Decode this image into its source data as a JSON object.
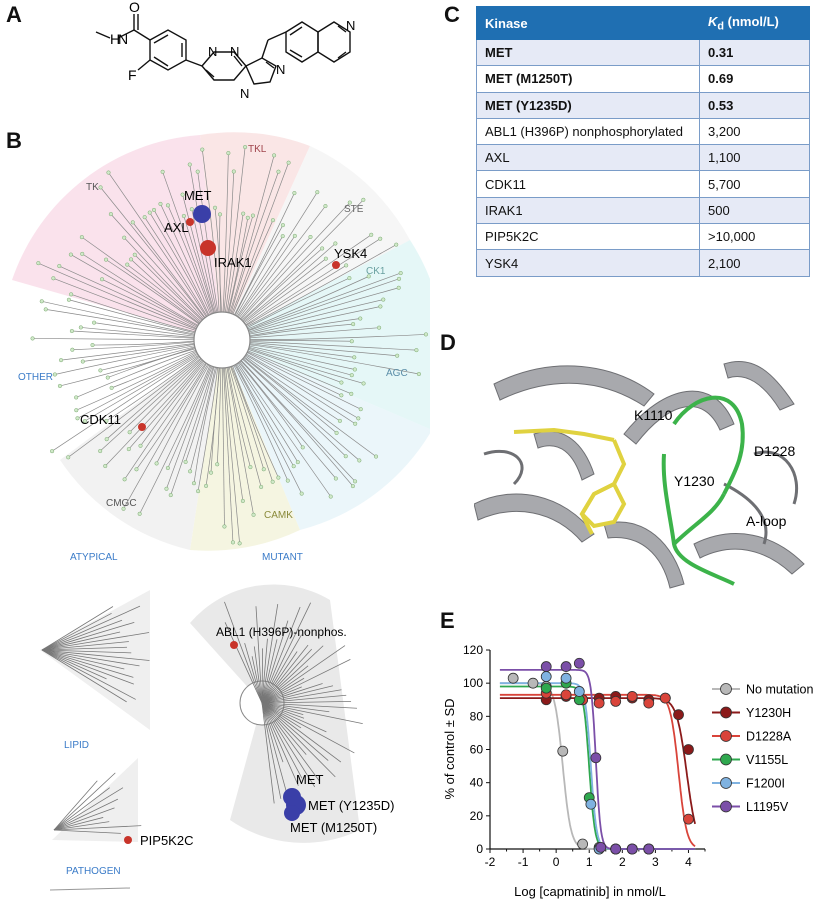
{
  "panels": {
    "a": "A",
    "b": "B",
    "c": "C",
    "d": "D",
    "e": "E"
  },
  "structure_atoms": {
    "o": "O",
    "h": "H",
    "n": "N",
    "f": "F"
  },
  "kinome": {
    "groups": {
      "tk": "TK",
      "tkl": "TKL",
      "ste": "STE",
      "ck1": "CK1",
      "agc": "AGC",
      "camk": "CAMK",
      "cmgc": "CMGC",
      "other": "OTHER",
      "atypical": "ATYPICAL",
      "mutant": "MUTANT",
      "lipid": "LIPID",
      "pathogen": "PATHOGEN"
    },
    "hits": {
      "met": "MET",
      "axl": "AXL",
      "irak1": "IRAK1",
      "ysk4": "YSK4",
      "cdk11": "CDK11",
      "abl1": "ABL1 (H396P)-nonphos.",
      "pip5k2c": "PIP5K2C",
      "met_mut": "MET",
      "met_y1235d": "MET (Y1235D)",
      "met_m1250t": "MET (M1250T)"
    },
    "colors": {
      "strong": "#3a3fa8",
      "weak": "#c8342a"
    }
  },
  "table": {
    "header": {
      "kinase": "Kinase",
      "kd_symbol": "K",
      "kd_sub": "d",
      "kd_unit": " (nmol/L)"
    },
    "rows": [
      {
        "kinase": "MET",
        "kd": "0.31",
        "bold": true
      },
      {
        "kinase": "MET (M1250T)",
        "kd": "0.69",
        "bold": true
      },
      {
        "kinase": "MET (Y1235D)",
        "kd": "0.53",
        "bold": true
      },
      {
        "kinase": "ABL1 (H396P) nonphosphorylated",
        "kd": "3,200",
        "bold": false
      },
      {
        "kinase": "AXL",
        "kd": "1,100",
        "bold": false
      },
      {
        "kinase": "CDK11",
        "kd": "5,700",
        "bold": false
      },
      {
        "kinase": "IRAK1",
        "kd": "500",
        "bold": false
      },
      {
        "kinase": "PIP5K2C",
        "kd": ">10,000",
        "bold": false
      },
      {
        "kinase": "YSK4",
        "kd": "2,100",
        "bold": false
      }
    ]
  },
  "structure": {
    "k1110": "K1110",
    "d1228": "D1228",
    "y1230": "Y1230",
    "aloop": "A-loop"
  },
  "chart_data": {
    "type": "scatter",
    "xlabel": "Log [capmatinib] in nmol/L",
    "ylabel": "% of control ± SD",
    "xlim": [
      -2,
      4.5
    ],
    "ylim": [
      0,
      120
    ],
    "xticks": [
      "-2",
      "-1",
      "0",
      "1",
      "2",
      "3",
      "4"
    ],
    "yticks": [
      "0",
      "20",
      "40",
      "60",
      "80",
      "100",
      "120"
    ],
    "legend_position": "right",
    "grid": false,
    "series": [
      {
        "name": "No mutation",
        "color": "#b8b8b8",
        "top": 100,
        "bottom": 0,
        "logIC50": 0.2,
        "hill": 3.5,
        "points": [
          [
            -1.3,
            103
          ],
          [
            -0.7,
            100
          ],
          [
            -0.3,
            98
          ],
          [
            0.2,
            59
          ],
          [
            0.8,
            3
          ],
          [
            1.3,
            1
          ],
          [
            1.8,
            0
          ],
          [
            2.3,
            0
          ],
          [
            2.8,
            0
          ]
        ]
      },
      {
        "name": "Y1230H",
        "color": "#8b1a1a",
        "top": 91,
        "bottom": 0,
        "logIC50": 3.95,
        "hill": 2.8,
        "points": [
          [
            -0.3,
            90
          ],
          [
            0.3,
            92
          ],
          [
            0.8,
            90
          ],
          [
            1.3,
            91
          ],
          [
            1.8,
            92
          ],
          [
            2.3,
            91
          ],
          [
            2.8,
            90
          ],
          [
            3.3,
            91
          ],
          [
            3.7,
            81
          ],
          [
            4.0,
            60
          ]
        ]
      },
      {
        "name": "D1228A",
        "color": "#d9443a",
        "top": 93,
        "bottom": 0,
        "logIC50": 3.7,
        "hill": 3.5,
        "points": [
          [
            -0.3,
            94
          ],
          [
            0.3,
            93
          ],
          [
            0.8,
            90
          ],
          [
            1.3,
            88
          ],
          [
            1.8,
            89
          ],
          [
            2.3,
            92
          ],
          [
            2.8,
            88
          ],
          [
            3.3,
            91
          ],
          [
            4.0,
            18
          ]
        ]
      },
      {
        "name": "V1155L",
        "color": "#2fa84f",
        "top": 98,
        "bottom": 0,
        "logIC50": 1.0,
        "hill": 5,
        "points": [
          [
            -0.3,
            97
          ],
          [
            0.3,
            100
          ],
          [
            0.7,
            90
          ],
          [
            1.0,
            31
          ],
          [
            1.3,
            0
          ],
          [
            1.8,
            0
          ],
          [
            2.3,
            0
          ],
          [
            2.8,
            0
          ]
        ]
      },
      {
        "name": "F1200I",
        "color": "#7fb2e0",
        "top": 100,
        "bottom": 0,
        "logIC50": 1.05,
        "hill": 5,
        "points": [
          [
            -0.3,
            104
          ],
          [
            0.3,
            103
          ],
          [
            0.7,
            95
          ],
          [
            1.05,
            27
          ],
          [
            1.3,
            0
          ],
          [
            1.8,
            0
          ],
          [
            2.3,
            0
          ],
          [
            2.8,
            0
          ]
        ]
      },
      {
        "name": "L1195V",
        "color": "#7b4fa8",
        "top": 108,
        "bottom": 0,
        "logIC50": 1.2,
        "hill": 6,
        "points": [
          [
            -0.3,
            110
          ],
          [
            0.3,
            110
          ],
          [
            0.7,
            112
          ],
          [
            1.2,
            55
          ],
          [
            1.35,
            1
          ],
          [
            1.8,
            0
          ],
          [
            2.3,
            0
          ],
          [
            2.8,
            0
          ]
        ]
      }
    ]
  }
}
